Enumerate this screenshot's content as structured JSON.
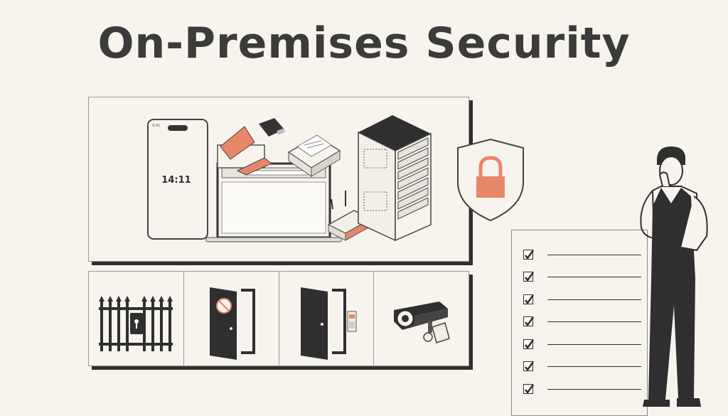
{
  "title": "On-Premises Security",
  "phone": {
    "time": "14:11",
    "status": "9:41"
  },
  "colors": {
    "accent": "#e7876a",
    "dark": "#2f2f2f",
    "background": "#f7f4ee"
  },
  "devices_panel": {
    "icons": [
      "smartphone-icon",
      "printer-icon",
      "usb-drive-icon",
      "scanner-icon",
      "laptop-icon",
      "router-icon",
      "server-rack-icon"
    ]
  },
  "shield": {
    "icon": "padlock-shield-icon"
  },
  "physical_row": {
    "icons": [
      "locked-gate-icon",
      "no-entry-door-icon",
      "keypad-door-icon",
      "security-camera-icon"
    ]
  },
  "checklist": {
    "items": 7,
    "checked": 7
  },
  "person": {
    "icon": "thinking-man-icon"
  }
}
